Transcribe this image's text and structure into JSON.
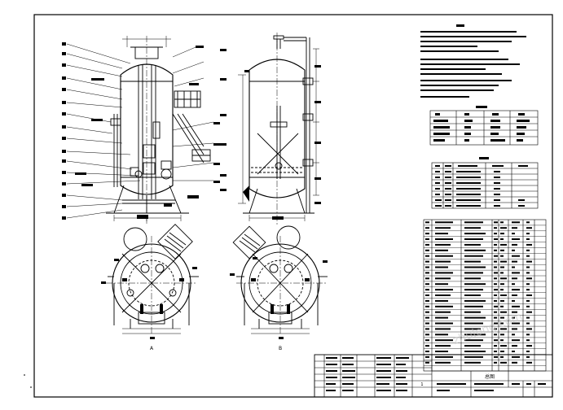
{
  "drawing": {
    "section_label_left": "A",
    "section_label_right": "B",
    "title_stamp": "总图",
    "revision_mark": "1"
  },
  "colors": {
    "line": "#000000",
    "background": "#ffffff",
    "watermark": "#c8c8c8"
  },
  "watermark_text": "zhulong.com"
}
